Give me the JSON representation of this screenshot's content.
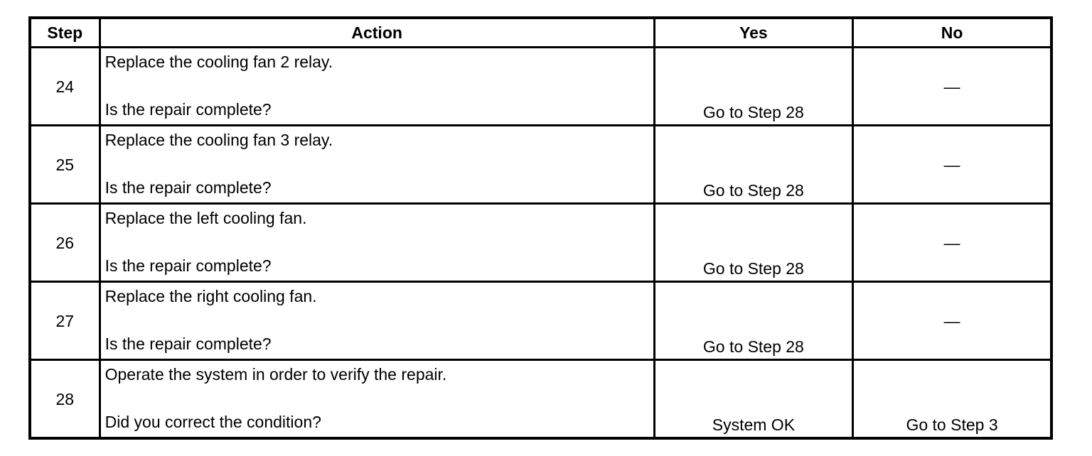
{
  "table": {
    "headers": {
      "step": "Step",
      "action": "Action",
      "yes": "Yes",
      "no": "No"
    },
    "rows": [
      {
        "step": "24",
        "action_line1": "Replace the cooling fan 2 relay.",
        "action_line2": "Is the repair complete?",
        "yes": "Go to Step 28",
        "no": "—"
      },
      {
        "step": "25",
        "action_line1": "Replace the cooling fan 3 relay.",
        "action_line2": "Is the repair complete?",
        "yes": "Go to Step 28",
        "no": "—"
      },
      {
        "step": "26",
        "action_line1": "Replace the left cooling fan.",
        "action_line2": "Is the repair complete?",
        "yes": "Go to Step 28",
        "no": "—"
      },
      {
        "step": "27",
        "action_line1": "Replace the right cooling fan.",
        "action_line2": "Is the repair complete?",
        "yes": "Go to Step 28",
        "no": "—"
      },
      {
        "step": "28",
        "action_line1": "Operate the system in order to verify the repair.",
        "action_line2": "Did you correct the condition?",
        "yes": "System OK",
        "no": "Go to Step 3"
      }
    ]
  }
}
